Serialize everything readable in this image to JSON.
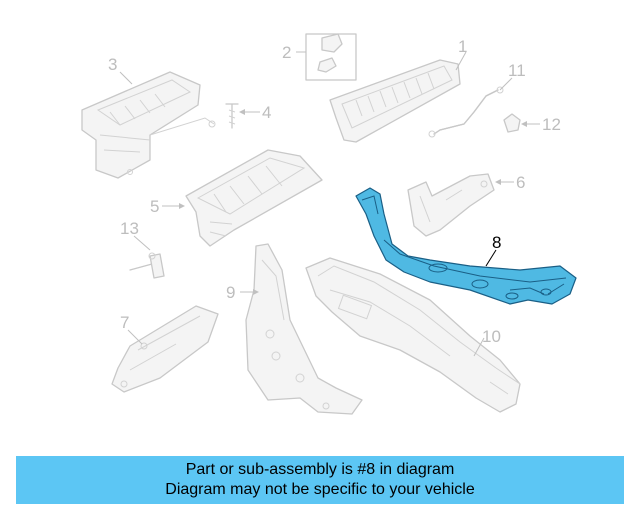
{
  "banner": {
    "bg_color": "#5cc6f4",
    "line1": "Part or sub-assembly is #8 in diagram",
    "line2": "Diagram may not be specific to your vehicle"
  },
  "diagram": {
    "highlight_color": "#4fb9e3",
    "callouts": {
      "c1": "1",
      "c2": "2",
      "c3": "3",
      "c4": "4",
      "c5": "5",
      "c6": "6",
      "c7": "7",
      "c8": "8",
      "c9": "9",
      "c10": "10",
      "c11": "11",
      "c12": "12",
      "c13": "13"
    }
  }
}
